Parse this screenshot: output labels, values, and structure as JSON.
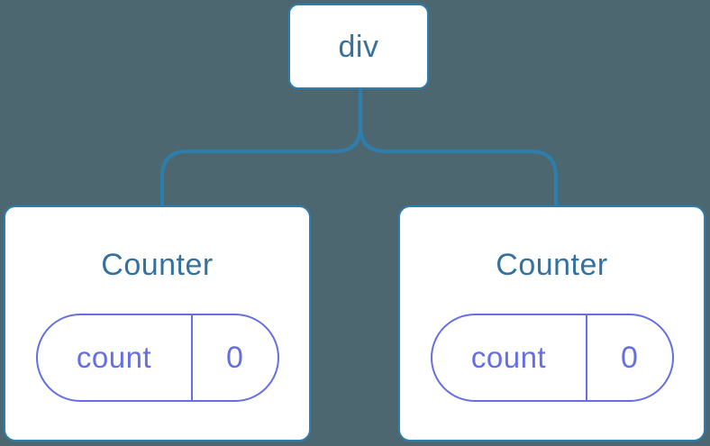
{
  "diagram": {
    "background_color": "#4d6771",
    "colors": {
      "node_fill": "#ffffff",
      "node_border": "#2e7ead",
      "node_text": "#35719f",
      "connector": "#2e7ead",
      "state_accent": "#646ee6"
    },
    "root": {
      "label": "div"
    },
    "children": [
      {
        "title": "Counter",
        "state_key": "count",
        "state_value": "0"
      },
      {
        "title": "Counter",
        "state_key": "count",
        "state_value": "0"
      }
    ]
  }
}
